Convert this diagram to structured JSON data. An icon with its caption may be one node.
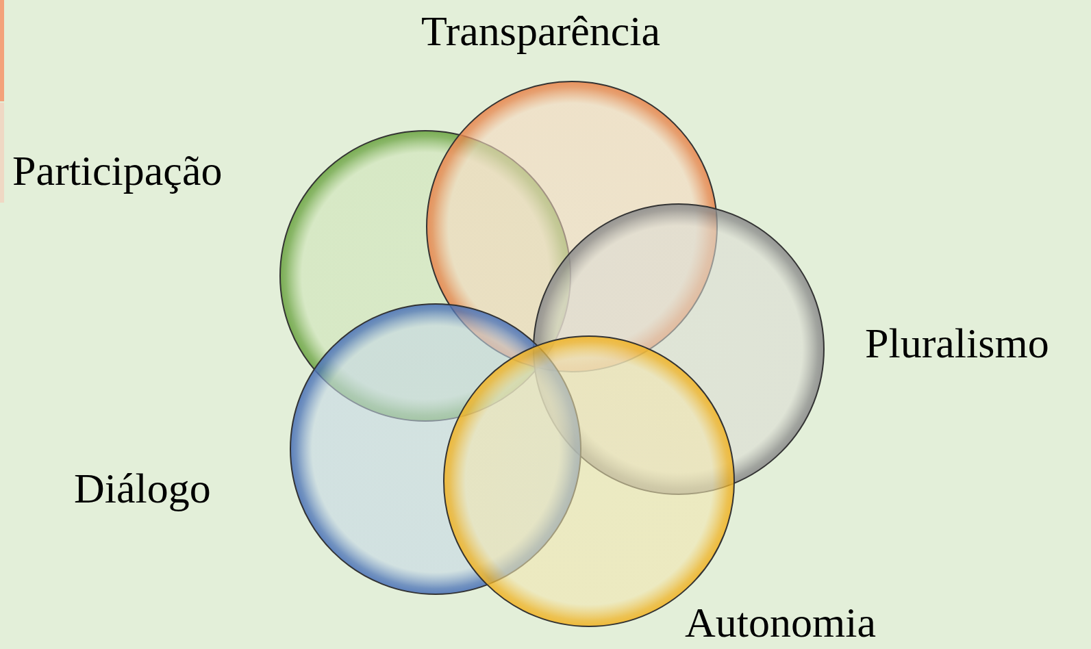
{
  "diagram": {
    "nodes": [
      {
        "text": [],
        "shape": "circle",
        "beside": [
          "Transparência"
        ]
      },
      {
        "text": [],
        "shape": "circle",
        "beside": [
          "Participação"
        ]
      },
      {
        "text": [],
        "shape": "circle",
        "beside": [
          "Pluralismo"
        ]
      },
      {
        "text": [],
        "shape": "circle",
        "beside": [
          "Diálogo"
        ]
      },
      {
        "text": [],
        "shape": "circle",
        "beside": [
          "Autonomia"
        ]
      }
    ]
  }
}
